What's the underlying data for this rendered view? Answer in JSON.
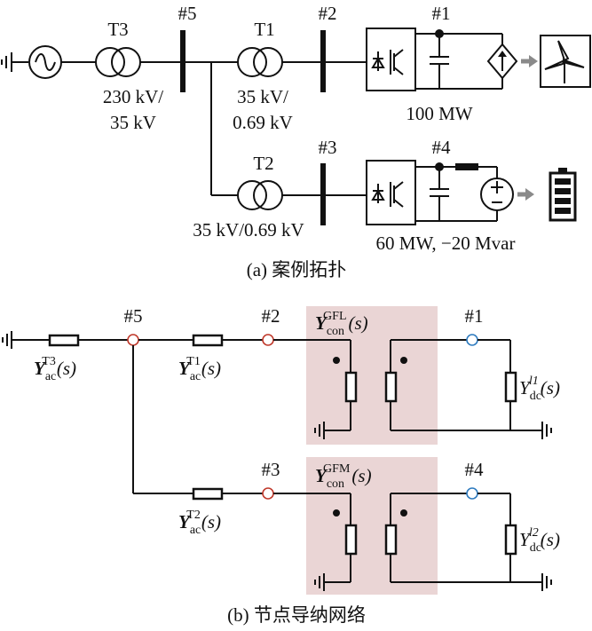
{
  "top": {
    "labels": {
      "t3": "T3",
      "t1": "T1",
      "t2": "T2",
      "bus5": "#5",
      "bus2": "#2",
      "bus1": "#1",
      "bus3": "#3",
      "bus4": "#4",
      "t3_rating_line1": "230 kV/",
      "t3_rating_line2": "35 kV",
      "t1_rating_line1": "35 kV/",
      "t1_rating_line2": "0.69 kV",
      "t2_rating": "35 kV/0.69 kV",
      "wind_power": "100 MW",
      "storage_power": "60 MW, −20 Mvar"
    },
    "caption": "(a)  案例拓扑"
  },
  "bottom": {
    "labels": {
      "bus5": "#5",
      "bus2": "#2",
      "bus1": "#1",
      "bus3": "#3",
      "bus4": "#4",
      "y_main": "Y",
      "ac_sub": "ac",
      "con_sub": "con",
      "dc_sub": "dc",
      "t3_sup": "T3",
      "t1_sup": "T1",
      "t2_sup": "T2",
      "gfl_sup": "GFL",
      "gfm_sup": "GFM",
      "l1_sup": "l1",
      "l2_sup": "l2",
      "arg": "(s)"
    },
    "caption": "(b)  节点导纳网络"
  },
  "colors": {
    "line": "#111111",
    "shade": "#ead5d5",
    "bus_red": "#c0392b",
    "bus_blue": "#2e7bbf",
    "arrow_gray": "#8a8a8a"
  }
}
